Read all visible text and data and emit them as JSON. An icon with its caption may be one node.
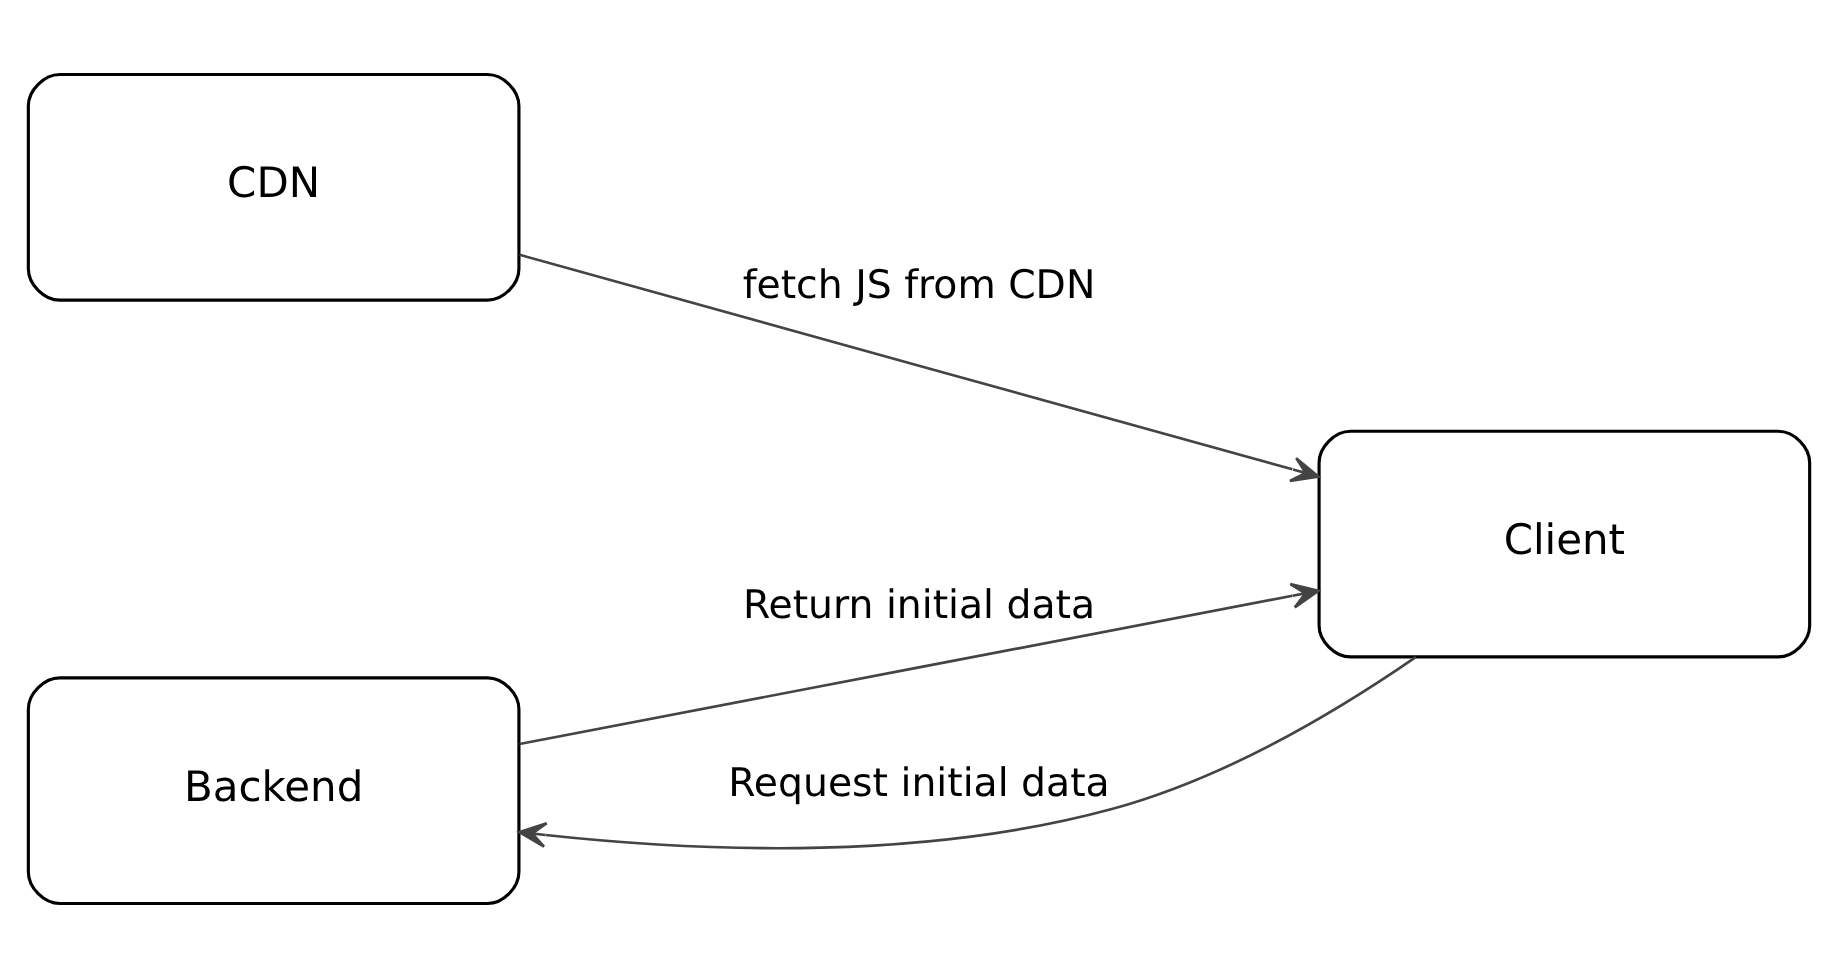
{
  "diagram": {
    "nodes": [
      {
        "text": [
          "CDN"
        ]
      },
      {
        "text": [
          "Client"
        ]
      },
      {
        "text": [
          "Backend"
        ]
      }
    ],
    "edges": [
      {
        "from": 0,
        "to": 1,
        "arrow": "to",
        "label": "fetch JS from CDN"
      },
      {
        "from": 1,
        "to": 2,
        "arrow": "to",
        "label": "Request initial data"
      },
      {
        "from": 2,
        "to": 1,
        "arrow": "to",
        "label": "Return initial data"
      }
    ]
  }
}
